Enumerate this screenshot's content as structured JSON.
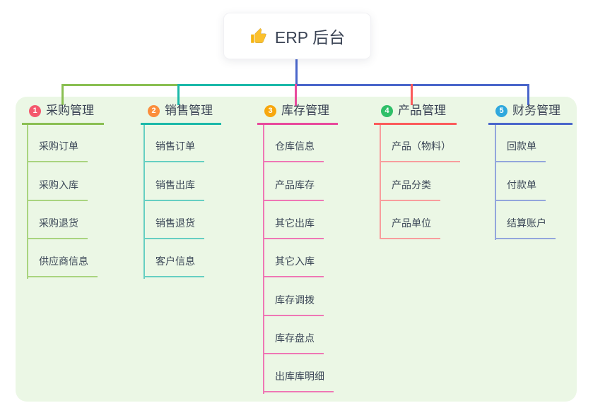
{
  "root_node": {
    "icon": "thumbs-up-icon",
    "label": "ERP 后台"
  },
  "branches": [
    {
      "number": "1",
      "label": "采购管理",
      "badge_color": "#f4586d",
      "line_color": "#8abf52",
      "child_line_color": "#a9d47f",
      "children": [
        "采购订单",
        "采购入库",
        "采购退货",
        "供应商信息"
      ]
    },
    {
      "number": "2",
      "label": "销售管理",
      "badge_color": "#fb8e3c",
      "line_color": "#1bb9a9",
      "child_line_color": "#66cfc2",
      "children": [
        "销售订单",
        "销售出库",
        "销售退货",
        "客户信息"
      ]
    },
    {
      "number": "3",
      "label": "库存管理",
      "badge_color": "#f7a70e",
      "line_color": "#e8499c",
      "child_line_color": "#ef77b5",
      "children": [
        "仓库信息",
        "产品库存",
        "其它出库",
        "其它入库",
        "库存调拨",
        "库存盘点",
        "出库库明细"
      ]
    },
    {
      "number": "4",
      "label": "产品管理",
      "badge_color": "#2fbf68",
      "line_color": "#fb5b5b",
      "child_line_color": "#f89d9d",
      "children": [
        "产品（物料）",
        "产品分类",
        "产品单位"
      ]
    },
    {
      "number": "5",
      "label": "财务管理",
      "badge_color": "#2fa8dd",
      "line_color": "#4a66cb",
      "child_line_color": "#93a6dc",
      "children": [
        "回款单",
        "付款单",
        "结算账户"
      ]
    }
  ],
  "colors": {
    "panel_background": "#ebf7e5",
    "root_connector": "#4a66cb",
    "text": "#3c4858",
    "node_background": "#ffffff"
  }
}
